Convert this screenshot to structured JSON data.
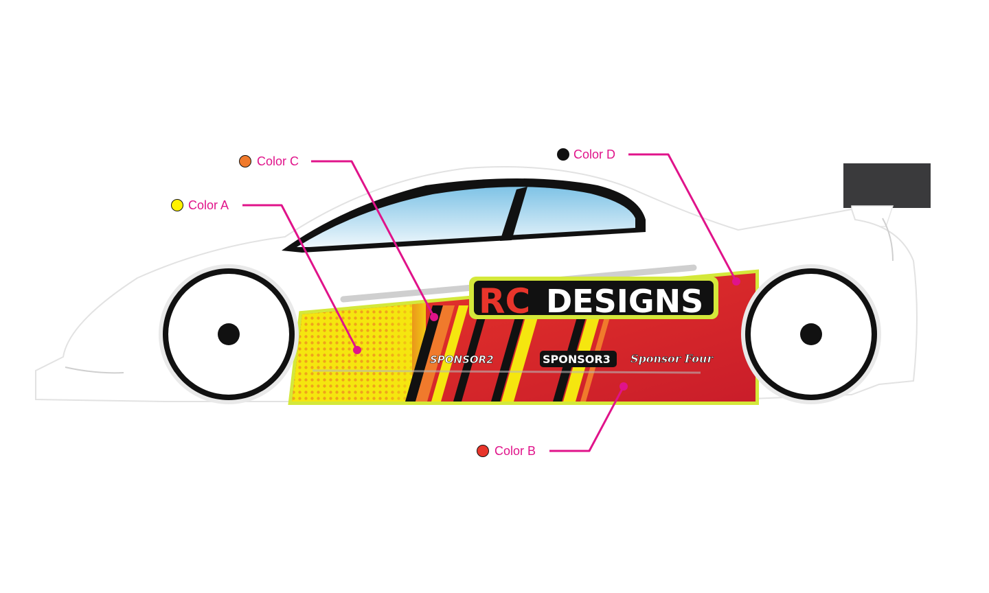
{
  "labels": {
    "color_a": "Color A",
    "color_b": "Color B",
    "color_c": "Color C",
    "color_d": "Color D"
  },
  "label_colors": {
    "color_a": "#fff200",
    "color_b": "#e8352b",
    "color_c": "#f07a2c",
    "color_d": "#111111"
  },
  "logo": {
    "rc": "RC",
    "designs": "DESIGNS"
  },
  "sponsors": {
    "sponsor2": "SPONSOR2",
    "sponsor3": "SPONSOR3",
    "sponsor4": "Sponsor Four"
  },
  "colors": {
    "callout_line": "#e0138a",
    "body": "#ffffff",
    "outline": "#111111",
    "red": "#e8352b",
    "yellow": "#f5e60f",
    "lime": "#d4e83a",
    "orange": "#f07a2c",
    "wing": "#3a3a3c"
  }
}
